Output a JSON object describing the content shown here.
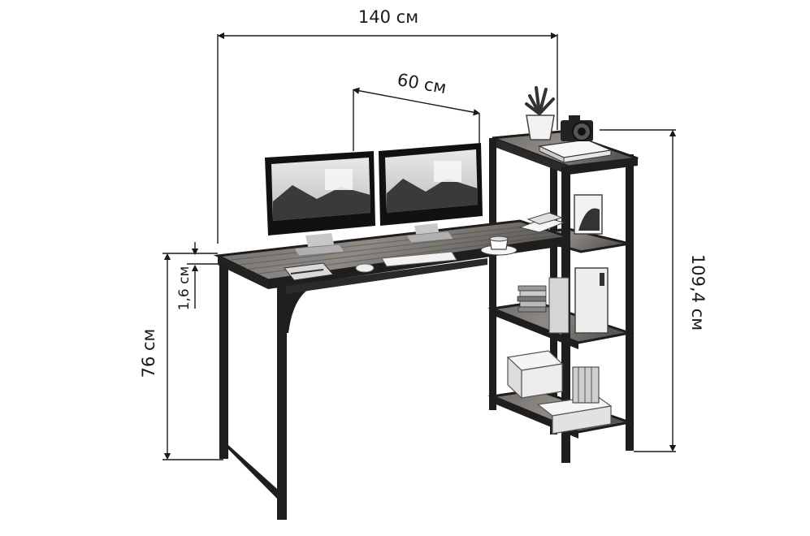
{
  "dimensions": {
    "total_width": "140 см",
    "top_depth": "60 см",
    "total_height": "109,4 см",
    "desk_height": "76 см",
    "top_thickness": "1,6 см"
  },
  "colors": {
    "frame": "#1e1e1e",
    "wood_dark": "#4a4745",
    "wood_mid": "#6e6a66",
    "wood_light": "#8f8a85",
    "dimension_line": "#1a1a1a",
    "screen_sky": "#cfcfcf",
    "mountain": "#3a3a3a"
  },
  "icons": {
    "camera": "camera-icon",
    "plant": "plant-icon",
    "cup": "coffee-cup-icon"
  }
}
